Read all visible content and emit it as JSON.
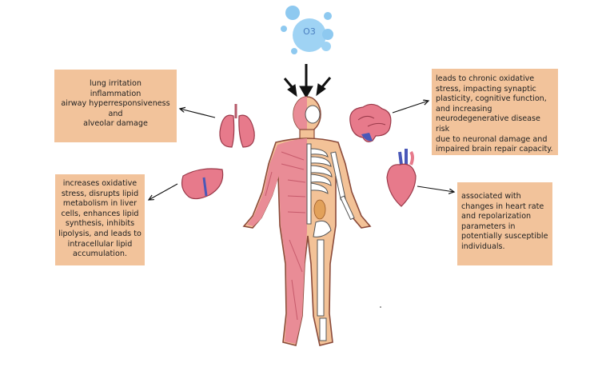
{
  "ozone": {
    "label": "O3",
    "color": "#8ec9f0",
    "label_color": "#4a7fc0"
  },
  "boxes": {
    "lung": {
      "lines": [
        "lung irritation",
        "inflammation",
        "airway hyperresponsiveness",
        "and",
        "alveolar damage"
      ]
    },
    "liver": {
      "lines": [
        "increases oxidative",
        "stress, disrupts lipid",
        "metabolism in liver",
        "cells, enhances lipid",
        "synthesis, inhibits",
        "lipolysis, and leads to",
        "intracellular lipid",
        "accumulation."
      ]
    },
    "brain": {
      "lines": [
        "leads to chronic oxidative",
        "stress, impacting synaptic",
        "plasticity, cognitive function,",
        "and increasing",
        "neurodegenerative disease risk",
        "due to neuronal damage and",
        "impaired brain repair capacity."
      ]
    },
    "heart": {
      "lines": [
        "associated with",
        "changes in heart rate",
        "and repolarization",
        "parameters in",
        "potentially susceptible",
        "individuals."
      ]
    }
  },
  "colors": {
    "box": "#f2c39b",
    "organ": "#e77a8b",
    "skin": "#f3c297",
    "muscle": "#e98c96",
    "vessel": "#4a58b8"
  }
}
